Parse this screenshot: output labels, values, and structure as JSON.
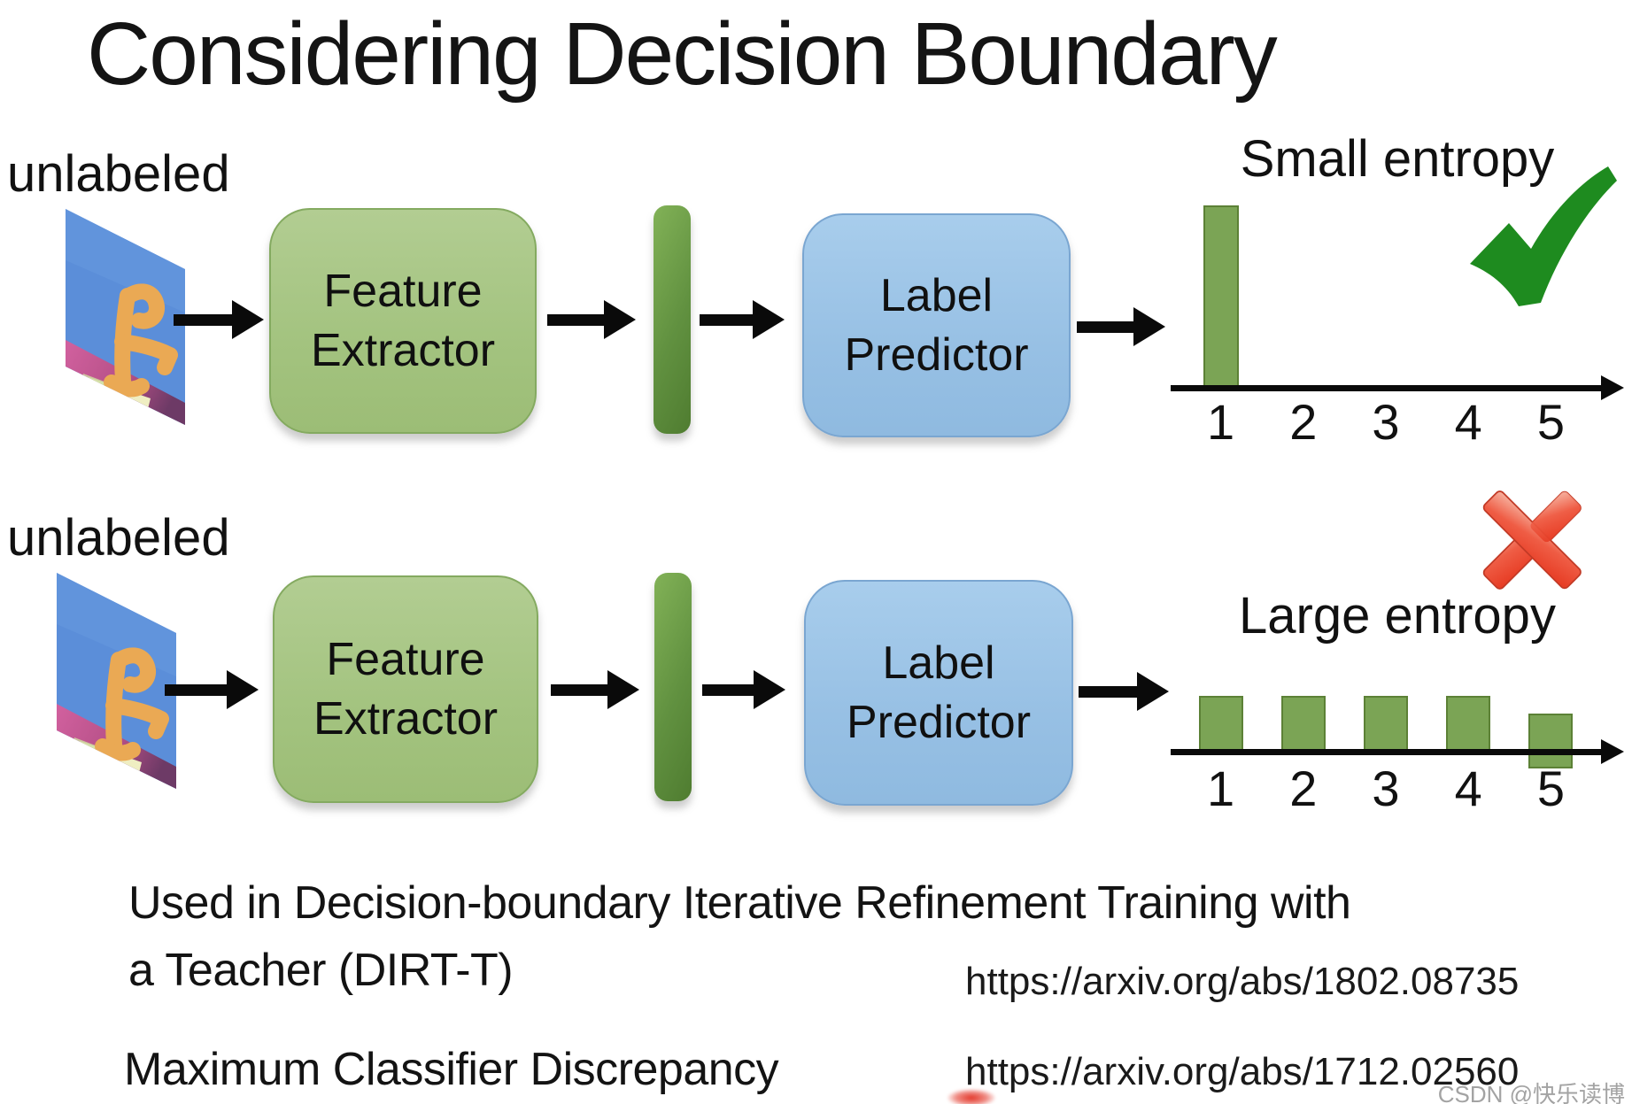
{
  "title": "Considering Decision Boundary",
  "rows": [
    {
      "input_label": "unlabeled",
      "feature_extractor": {
        "line1": "Feature",
        "line2": "Extractor"
      },
      "label_predictor": {
        "line1": "Label",
        "line2": "Predictor"
      },
      "entropy_caption": "Small entropy",
      "verdict_icon": "green-check"
    },
    {
      "input_label": "unlabeled",
      "feature_extractor": {
        "line1": "Feature",
        "line2": "Extractor"
      },
      "label_predictor": {
        "line1": "Label",
        "line2": "Predictor"
      },
      "entropy_caption": "Large entropy",
      "verdict_icon": "red-cross"
    }
  ],
  "chart_data": [
    {
      "type": "bar",
      "title": "Small entropy",
      "categories": [
        "1",
        "2",
        "3",
        "4",
        "5"
      ],
      "values": [
        0.95,
        0,
        0,
        0,
        0
      ],
      "max": 0.95,
      "xlabel": "",
      "ylabel": "",
      "grid": false,
      "note": "single tall bar on class 1 = confident prediction"
    },
    {
      "type": "bar",
      "title": "Large entropy",
      "categories": [
        "1",
        "2",
        "3",
        "4",
        "5"
      ],
      "values": [
        0.2,
        0.2,
        0.2,
        0.2,
        0.2
      ],
      "max": 0.2,
      "xlabel": "",
      "ylabel": "",
      "grid": false,
      "note": "five equal short bars = uniform distribution over classes"
    }
  ],
  "icons": {
    "check_glyph": "green-check-icon",
    "cross_glyph": "red-cross-icon"
  },
  "footer": {
    "dirt_line1": "Used in Decision-boundary Iterative Refinement Training with",
    "dirt_line2": "a Teacher (DIRT-T)",
    "dirt_url": "https://arxiv.org/abs/1802.08735",
    "mcd_label": "Maximum Classifier Discrepancy",
    "mcd_url": "https://arxiv.org/abs/1712.02560"
  },
  "watermark": "CSDN @快乐读博",
  "colors": {
    "feature_box_green": "#a3c37f",
    "label_predictor_blue": "#97c0e4",
    "feature_vector_green": "#619140",
    "chart_bar_green": "#7ba455",
    "check_green": "#1e8b1f",
    "cross_red": "#ea4128",
    "text_black": "#141414",
    "watermark_gray": "#a3a3a3"
  }
}
